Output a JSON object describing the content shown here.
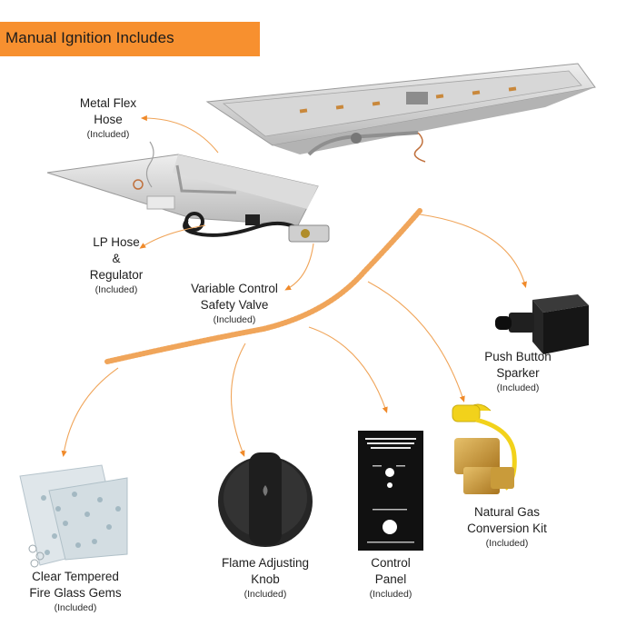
{
  "banner": {
    "title": "Manual Ignition Includes"
  },
  "colors": {
    "accent": "#f7902f",
    "steel": "#c9c9c9",
    "dark": "#1c1c1c",
    "brass": "#c8962a",
    "cap": "#f2d21b"
  },
  "components": [
    {
      "name_lines": [
        "Metal Flex",
        "Hose"
      ],
      "included": "(Included)",
      "icon": "flex-hose-icon"
    },
    {
      "name_lines": [
        "LP Hose",
        "&",
        "Regulator"
      ],
      "included": "(Included)",
      "icon": "lp-hose-regulator-icon"
    },
    {
      "name_lines": [
        "Variable Control",
        "Safety Valve"
      ],
      "included": "(Included)",
      "icon": "safety-valve-icon"
    },
    {
      "name_lines": [
        "Push Button",
        "Sparker"
      ],
      "included": "(Included)",
      "icon": "push-button-sparker-icon"
    },
    {
      "name_lines": [
        "Clear Tempered",
        "Fire Glass Gems"
      ],
      "included": "(Included)",
      "icon": "fire-glass-gems-icon"
    },
    {
      "name_lines": [
        "Flame Adjusting",
        "Knob"
      ],
      "included": "(Included)",
      "icon": "flame-knob-icon"
    },
    {
      "name_lines": [
        "Control",
        "Panel"
      ],
      "included": "(Included)",
      "icon": "control-panel-icon"
    },
    {
      "name_lines": [
        "Natural Gas",
        "Conversion Kit"
      ],
      "included": "(Included)",
      "icon": "conversion-kit-icon"
    }
  ]
}
